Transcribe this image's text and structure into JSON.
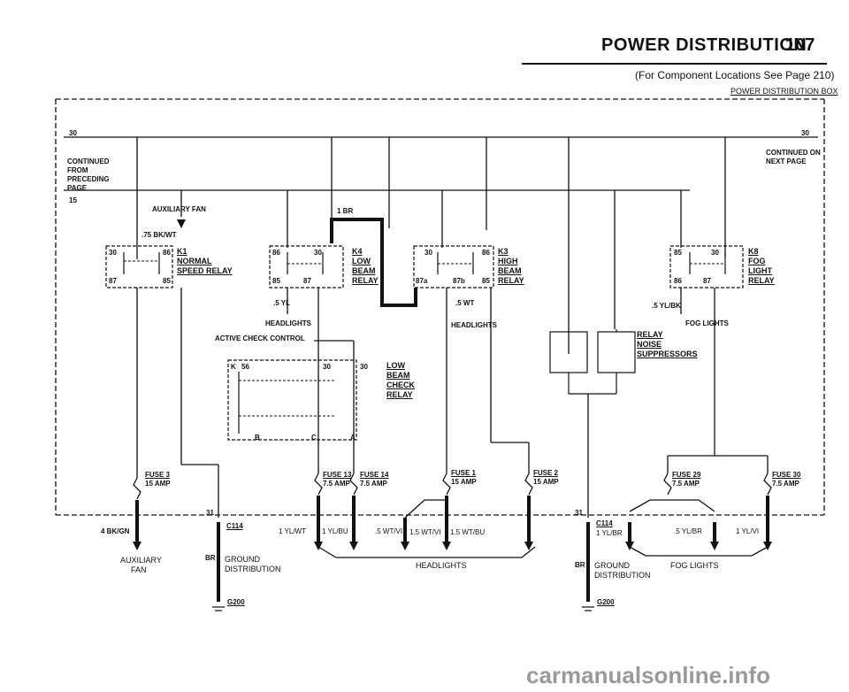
{
  "header": {
    "title": "POWER DISTRIBUTION",
    "page_number": "107",
    "subtitle": "(For Component Locations See Page 210)",
    "box_label": "POWER DISTRIBUTION BOX"
  },
  "terminals": {
    "t30_left": "30",
    "t30_right": "30",
    "t15": "15",
    "continued_from": "CONTINUED FROM PRECEDING PAGE",
    "continued_on": "CONTINUED ON NEXT PAGE"
  },
  "relays": {
    "k1": {
      "id": "K1",
      "name_1": "NORMAL",
      "name_2": "SPEED RELAY",
      "p30": "30",
      "p86": "86",
      "p87": "87",
      "p85": "85"
    },
    "k4": {
      "id": "K4",
      "name_1": "LOW",
      "name_2": "BEAM",
      "name_3": "RELAY",
      "p86": "86",
      "p30": "30",
      "p85": "85",
      "p87": "87"
    },
    "k3": {
      "id": "K3",
      "name_1": "HIGH",
      "name_2": "BEAM",
      "name_3": "RELAY",
      "p30": "30",
      "p86": "86",
      "p87a": "87a",
      "p87b": "87b",
      "p85": "85"
    },
    "k8": {
      "id": "K8",
      "name_1": "FOG",
      "name_2": "LIGHT",
      "name_3": "RELAY",
      "p85": "85",
      "p30": "30",
      "p86": "86",
      "p87": "87"
    },
    "check": {
      "name_1": "LOW",
      "name_2": "BEAM",
      "name_3": "CHECK",
      "name_4": "RELAY",
      "pk": "K",
      "p56": "56",
      "p30a": "30",
      "p30b": "30",
      "pb": "B",
      "pc": "C",
      "pa": "A"
    }
  },
  "labels": {
    "aux_fan": "AUXILIARY FAN",
    "bk_wt": ".75 BK/WT",
    "br_1": "1 BR",
    "yl_5": ".5 YL",
    "wt_5": ".5 WT",
    "yl_bk": ".5 YL/BK",
    "headlights_a": "HEADLIGHTS",
    "headlights_b": "HEADLIGHTS",
    "fog_lights_top": "FOG LIGHTS",
    "active_check": "ACTIVE CHECK CONTROL",
    "suppressor_1": "RELAY",
    "suppressor_2": "NOISE",
    "suppressor_3": "SUPPRESSORS"
  },
  "fuses": [
    {
      "name": "FUSE 3",
      "rating": "15 AMP"
    },
    {
      "name": "FUSE 13",
      "rating": "7.5 AMP"
    },
    {
      "name": "FUSE 14",
      "rating": "7.5 AMP"
    },
    {
      "name": "FUSE 1",
      "rating": "15 AMP"
    },
    {
      "name": "FUSE 2",
      "rating": "15 AMP"
    },
    {
      "name": "FUSE 29",
      "rating": "7.5 AMP"
    },
    {
      "name": "FUSE 30",
      "rating": "7.5 AMP"
    }
  ],
  "bottom": {
    "bk_gn": "4 BK/GN",
    "aux_fan_1": "AUXILIARY",
    "aux_fan_2": "FAN",
    "pin31_left": "31",
    "c114_left": "C114",
    "br_left": "BR",
    "ground_left_1": "GROUND",
    "ground_left_2": "DISTRIBUTION",
    "g200_left": "G200",
    "yl_wt": "1 YL/WT",
    "yl_bu": "1 YL/BU",
    "wt_vi": ".5 WT/VI",
    "wt_vi_15": "1.5 WT/VI",
    "wt_bu_15": "1.5 WT/BU",
    "headlights": "HEADLIGHTS",
    "pin31_right": "31",
    "c114_right": "C114",
    "yl_br_1": "1 YL/BR",
    "yl_br_5": ".5 YL/BR",
    "yl_vi": "1 YL/VI",
    "br_right": "BR",
    "ground_right_1": "GROUND",
    "ground_right_2": "DISTRIBUTION",
    "fog_lights": "FOG LIGHTS",
    "g200_right": "G200"
  },
  "watermark": "carmanualsonline.info"
}
